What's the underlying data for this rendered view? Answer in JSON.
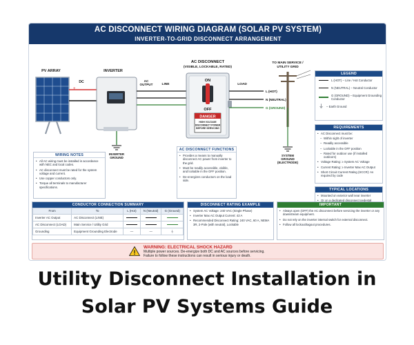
{
  "title": "AC DISCONNECT WIRING DIAGRAM (SOLAR PV SYSTEM)",
  "subtitle": "INVERTER-TO-GRID DISCONNECT ARRANGEMENT",
  "diagram": {
    "pv_array": "PV ARRAY",
    "inverter": "INVERTER",
    "dc": "DC",
    "plus": "+",
    "minus": "−",
    "ac_output": "AC\nOUTPUT",
    "line": "LINE",
    "load": "LOAD",
    "disconnect_title": "AC DISCONNECT",
    "disconnect_sub": "(VISIBLE, LOCKABLE, RATED)",
    "on": "ON",
    "off": "OFF",
    "danger": "DANGER",
    "danger_text": "HIGH VOLTAGE\nDISCONNECT POWER\nBEFORE SERVICING",
    "service": "TO MAIN SERVICE /\nUTILITY GRID",
    "l_hot": "L (HOT)",
    "n_neutral": "N (NEUTRAL)",
    "g_ground": "G (GROUND)",
    "inverter_ground": "INVERTER\nGROUND",
    "system_ground": "SYSTEM\nGROUND\n(ELECTRODE)"
  },
  "legend": {
    "title": "LEGEND",
    "items": [
      "L (HOT)  – Line / Hot Conductor",
      "N (NEUTRAL) – Neutral Conductor",
      "G (GROUND) – Equipment Grounding Conductor",
      "– Earth Ground"
    ]
  },
  "requirements": {
    "title": "REQUIREMENTS",
    "intro": "AC Disconnect must be:",
    "subs": [
      "Within sight of inverter",
      "Readily accessible",
      "Lockable in the OFF position",
      "Rated for outdoor use (if installed outdoors)"
    ],
    "items": [
      "Voltage Rating: ≥ System AC Voltage",
      "Current Rating: ≥ Inverter Max AC Output",
      "Short Circuit Current Rating (SCCR): As required by code"
    ]
  },
  "locations": {
    "title": "TYPICAL LOCATIONS",
    "items": [
      "Mounted on exterior wall near inverter",
      "Or on a dedicated disconnect pedestal between inverter and service entrance"
    ]
  },
  "wiring_notes": {
    "title": "WIRING NOTES",
    "items": [
      "All AC wiring must be installed in accordance with NEC and local codes.",
      "AC disconnect must be rated for the system voltage and current.",
      "Use copper conductors only.",
      "Torque all terminals to manufacturer specifications."
    ]
  },
  "functions": {
    "title": "AC DISCONNECT FUNCTIONS",
    "items": [
      "Provides a means to manually disconnect AC power from inverter to the grid.",
      "Must be readily accessible, visible, and lockable in the OFF position.",
      "De-energizes conductors on the load side."
    ]
  },
  "summary": {
    "title": "CONDUCTOR CONNECTION SUMMARY",
    "headers": [
      "From",
      "To",
      "L (Hot)",
      "N (Neutral)",
      "G (Ground)"
    ],
    "rows": [
      [
        "Inverter AC Output",
        "AC Disconnect (LINE)"
      ],
      [
        "AC Disconnect (LOAD)",
        "Main Service / Utility Grid"
      ],
      [
        "Grounding",
        "Equipment Grounding Electrode"
      ]
    ],
    "dash": "—"
  },
  "rating": {
    "title": "DISCONNECT RATING EXAMPLE",
    "items": [
      "System AC Voltage: 240 VAC (Single Phase)",
      "Inverter Max AC Output Current: 42 A",
      "Recommended Disconnect Rating: 240 VAC, 60 A, NEMA 3R, 2-Pole (with neutral), Lockable"
    ]
  },
  "important": {
    "title": "IMPORTANT",
    "items": [
      "Always open (OFF) the AC disconnect before servicing the inverter or any downstream equipment.",
      "Do not rely on the inverter internal switch for external disconnect.",
      "Follow all lockout/tagout procedures."
    ]
  },
  "warning": {
    "title": "WARNING: ELECTRICAL SHOCK HAZARD",
    "line1": "Multiple power sources. De-energize both DC and AC sources before servicing.",
    "line2": "Failure to follow these instructions can result in serious injury or death."
  },
  "caption": {
    "line1": "Utility Disconnect Installation in",
    "line2": "Solar PV Systems Guide"
  },
  "colors": {
    "header": "#16386b",
    "hot": "#111111",
    "ground": "#2e7d32",
    "danger": "#c62828",
    "dc_pos": "#d32f2f"
  }
}
